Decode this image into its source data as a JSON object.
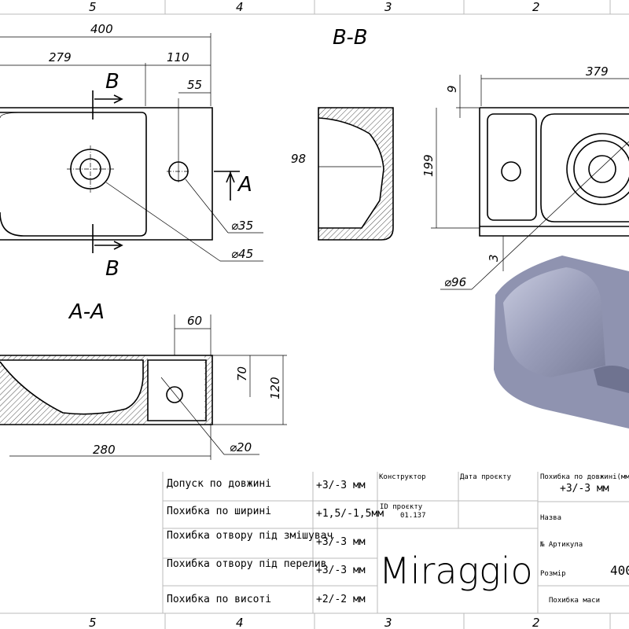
{
  "ruler": {
    "zones": [
      "5",
      "4",
      "3",
      "2"
    ]
  },
  "views": {
    "section_bb": "B-B",
    "section_aa": "A-A",
    "section_mark_b": "B",
    "section_mark_a": "A"
  },
  "dimensions": {
    "top_view": [
      "400",
      "279",
      "110",
      "55",
      "⌀35",
      "⌀45"
    ],
    "section_bb": [
      "98"
    ],
    "side_view": [
      "379",
      "9",
      "199",
      "3",
      "⌀96"
    ],
    "section_aa": [
      "60",
      "70",
      "120",
      "280",
      "⌀20"
    ]
  },
  "tolerances": [
    {
      "label": "Допуск по довжині",
      "value": "+3/-3 мм"
    },
    {
      "label": "Похибка по ширині",
      "value": "+1,5/-1,5мм"
    },
    {
      "label": "Похибка отвору під змішувач",
      "value": "+3/-3 мм"
    },
    {
      "label": "Похибка отвору під перелив",
      "value": "+3/-3 мм"
    },
    {
      "label": "Похибка по висоті",
      "value": "+2/-2 мм"
    }
  ],
  "title_block": {
    "designer_label": "Конструктор",
    "date_label": "Дата проєкту",
    "project_id_label": "ID проєкту",
    "project_id": "01.137",
    "brand": "Miraggio",
    "length_tol_label": "Похибка по довжині(мм)",
    "length_tol_value": "+3/-3 мм",
    "name_label": "Назва",
    "article_label": "№ Артикула",
    "size_label": "Розмір",
    "size_value": "400",
    "mass_tol_label": "Похибка маси"
  },
  "colors": {
    "render": "#8f93b0",
    "render_light": "#c9cce0"
  }
}
